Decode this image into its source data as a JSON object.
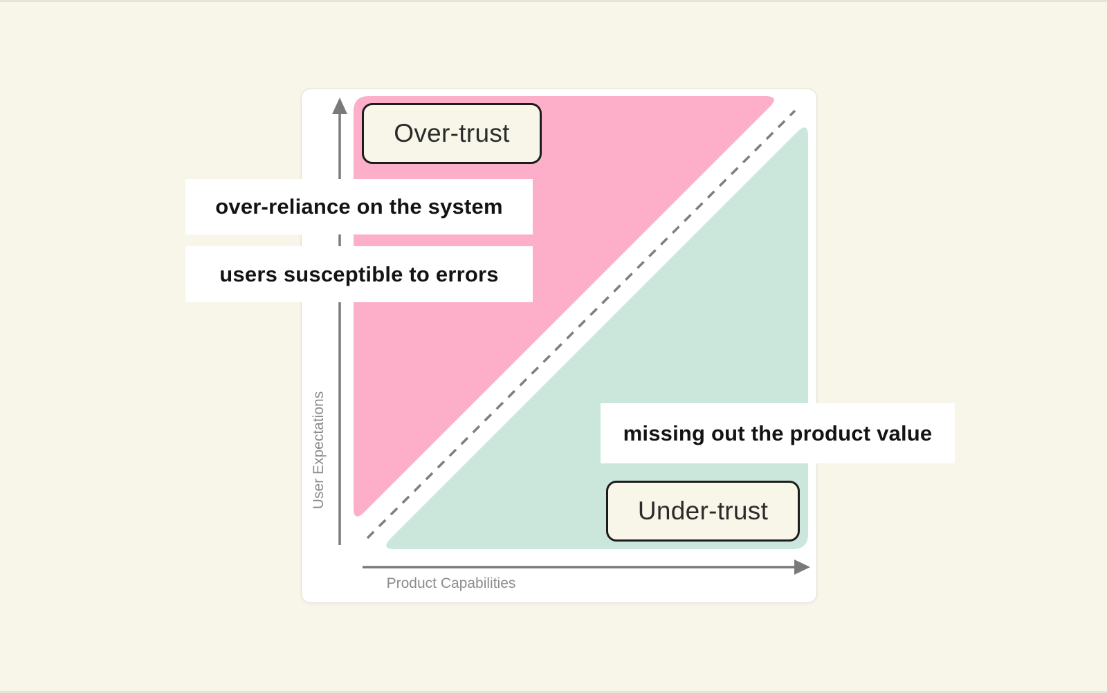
{
  "colors": {
    "background": "#F7F6E9",
    "card_bg": "#FFFFFF",
    "card_border": "#E4E2D6",
    "pink_region": "#FDAEC9",
    "mint_region": "#CBE7DB",
    "axis": "#7A7A7A",
    "axis_label": "#8C8C8C",
    "dashed_line": "#7E7E7E",
    "badge_bg": "#F8F6E9",
    "badge_border": "#1C1C1C",
    "badge_text": "#2B2B2B",
    "strip_bg": "#FFFFFF",
    "strip_text": "#131313"
  },
  "chart": {
    "type": "conceptual-diagram",
    "x_axis_label": "Product Capabilities",
    "y_axis_label": "User Expectations",
    "diagonal": {
      "style": "dashed",
      "direction": "bottom-left to top-right"
    },
    "regions": [
      {
        "label": "Over-trust",
        "position": "upper-left, above diagonal",
        "color": "#FDAEC9"
      },
      {
        "label": "Under-trust",
        "position": "lower-right, below diagonal",
        "color": "#CBE7DB"
      }
    ]
  },
  "annotations": [
    {
      "text": "over-reliance on the system"
    },
    {
      "text": "users susceptible to errors"
    },
    {
      "text": "missing out the product value"
    }
  ]
}
